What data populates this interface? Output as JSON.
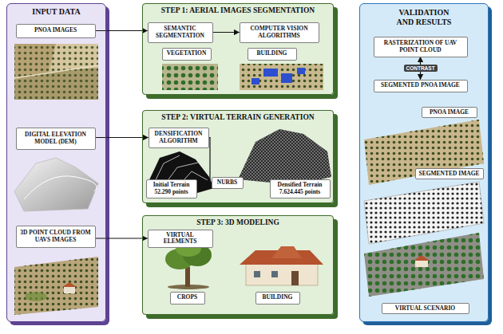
{
  "diagram": {
    "nodes": [
      {
        "text": [
          "INPUT DATA"
        ]
      },
      {
        "text": [
          "PNOA IMAGES"
        ],
        "in": 0
      },
      {
        "text": [
          "DIGITAL ELEVATION MODEL (DEM)"
        ],
        "in": 0
      },
      {
        "text": [
          "3D POINT CLOUD FROM UAVS IMAGES"
        ],
        "in": 0
      },
      {
        "text": [
          "STEP 1: AERIAL IMAGES SEGMENTATION"
        ]
      },
      {
        "text": [
          "SEMANTIC SEGMENTATION"
        ],
        "in": 4
      },
      {
        "text": [
          "COMPUTER VISION ALGORITHMS"
        ],
        "in": 4
      },
      {
        "text": [
          "VEGETATION"
        ],
        "in": 4
      },
      {
        "text": [
          "BUILDING"
        ],
        "in": 4
      },
      {
        "text": [
          "STEP 2: VIRTUAL TERRAIN GENERATION"
        ]
      },
      {
        "text": [
          "DENSIFICATION ALGORITHM"
        ],
        "in": 9
      },
      {
        "text": [
          "NURBS"
        ],
        "in": 9
      },
      {
        "text": [
          "Initial Terrain",
          "52.290 points"
        ],
        "in": 9
      },
      {
        "text": [
          "Densified Terrain",
          "7.624.445 points"
        ],
        "in": 9
      },
      {
        "text": [
          "STEP 3: 3D MODELING"
        ]
      },
      {
        "text": [
          "VIRTUAL ELEMENTS"
        ],
        "in": 14
      },
      {
        "text": [
          "CROPS"
        ],
        "in": 14
      },
      {
        "text": [
          "BUILDING"
        ],
        "in": 14
      },
      {
        "text": [
          "VALIDATION AND RESULTS"
        ]
      },
      {
        "text": [
          "RASTERIZATION OF UAV POINT CLOUD"
        ],
        "in": 18
      },
      {
        "text": [
          "SEGMENTED PNOA IMAGE"
        ],
        "in": 18
      },
      {
        "text": [
          "PNOA IMAGE"
        ],
        "in": 18
      },
      {
        "text": [
          "SEGMENTED IMAGE"
        ],
        "in": 18
      },
      {
        "text": [
          "VIRTUAL SCENARIO"
        ],
        "in": 18
      }
    ],
    "edges": [
      {
        "from": 1,
        "to": 5,
        "arrow": "to"
      },
      {
        "from": 5,
        "to": 6,
        "arrow": "to"
      },
      {
        "from": 2,
        "to": 10,
        "arrow": "to"
      },
      {
        "from": 10,
        "to": 11,
        "arrow": "to"
      },
      {
        "from": 3,
        "to": 15,
        "arrow": "to"
      },
      {
        "from": 19,
        "to": 20,
        "label": "CONTRAST",
        "arrow": "both"
      }
    ]
  }
}
